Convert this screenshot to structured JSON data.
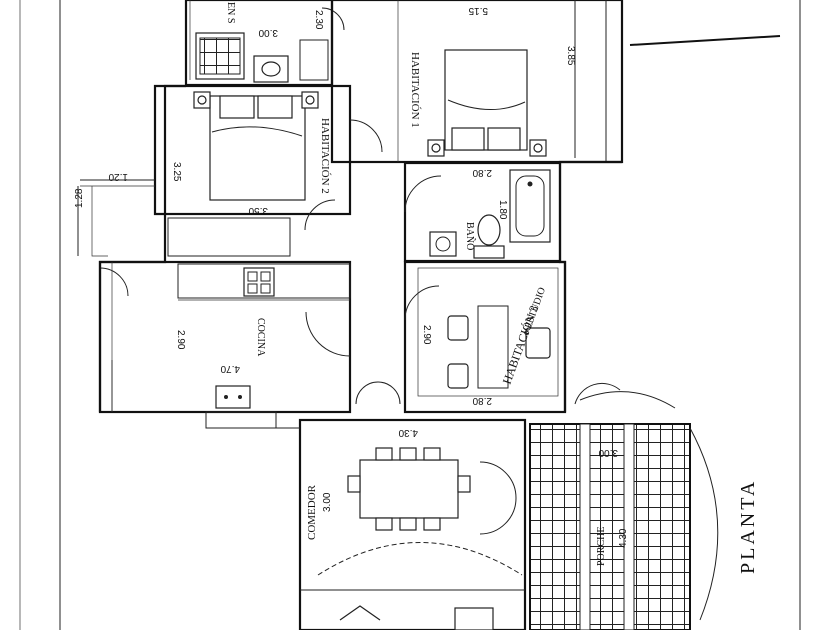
{
  "rooms": {
    "en_suite": "EN S",
    "habitacion_1": "HABITACIÓN 1",
    "habitacion_2": "HABITACIÓN 2",
    "bano": "BAÑO",
    "cocina": "COCINA",
    "habitacion_3_line1": "HABITACIÓN 3",
    "habitacion_3_line2": "o ESTUDIO",
    "comedor": "COMEDOR",
    "porche": "PORCHE"
  },
  "sheet_title": "PLANTA",
  "dimensions": {
    "ensuite_width": "3.00",
    "ensuite_depth": "2.30",
    "hab1_width": "5.15",
    "hab1_depth": "3.85",
    "window_width": "1.20",
    "window_offset": "1.28",
    "hab2_depth": "3.25",
    "hab2_width": "3.50",
    "bano_width": "2.80",
    "bano_depth": "1.80",
    "cocina_depth": "2.90",
    "cocina_width": "4.70",
    "hab3_depth": "2.90",
    "hab3_width": "2.80",
    "comedor_width": "4.30",
    "comedor_depth": "3.00",
    "porche_width": "3.00",
    "porche_depth": "4.30"
  }
}
